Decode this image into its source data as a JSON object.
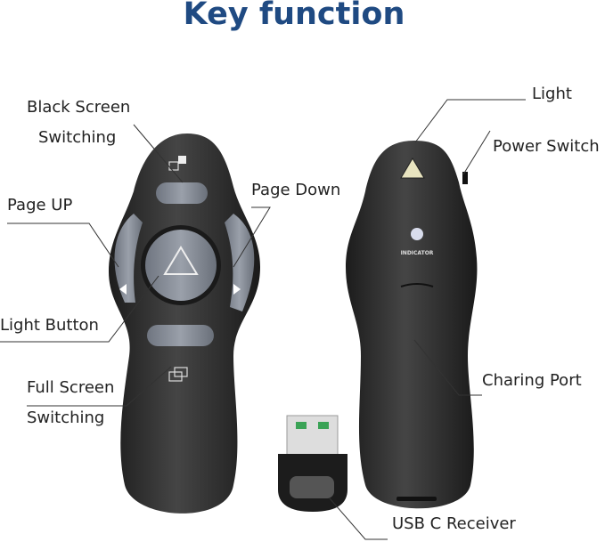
{
  "title": "Key function",
  "labels": {
    "black_screen_1": "Black Screen",
    "black_screen_2": "Switching",
    "page_up": "Page UP",
    "page_down": "Page Down",
    "light_button": "Light Button",
    "full_screen_1": "Full Screen",
    "full_screen_2": "Switching",
    "light": "Light",
    "power_switch": "Power Switch",
    "charging_port": "Charing Port",
    "usb_receiver": "USB C Receiver"
  },
  "device_text": {
    "indicator": "INDICATOR"
  },
  "colors": {
    "title": "#1f4a82",
    "body": "#2e2e2e",
    "buttons": "#8a8f99"
  }
}
